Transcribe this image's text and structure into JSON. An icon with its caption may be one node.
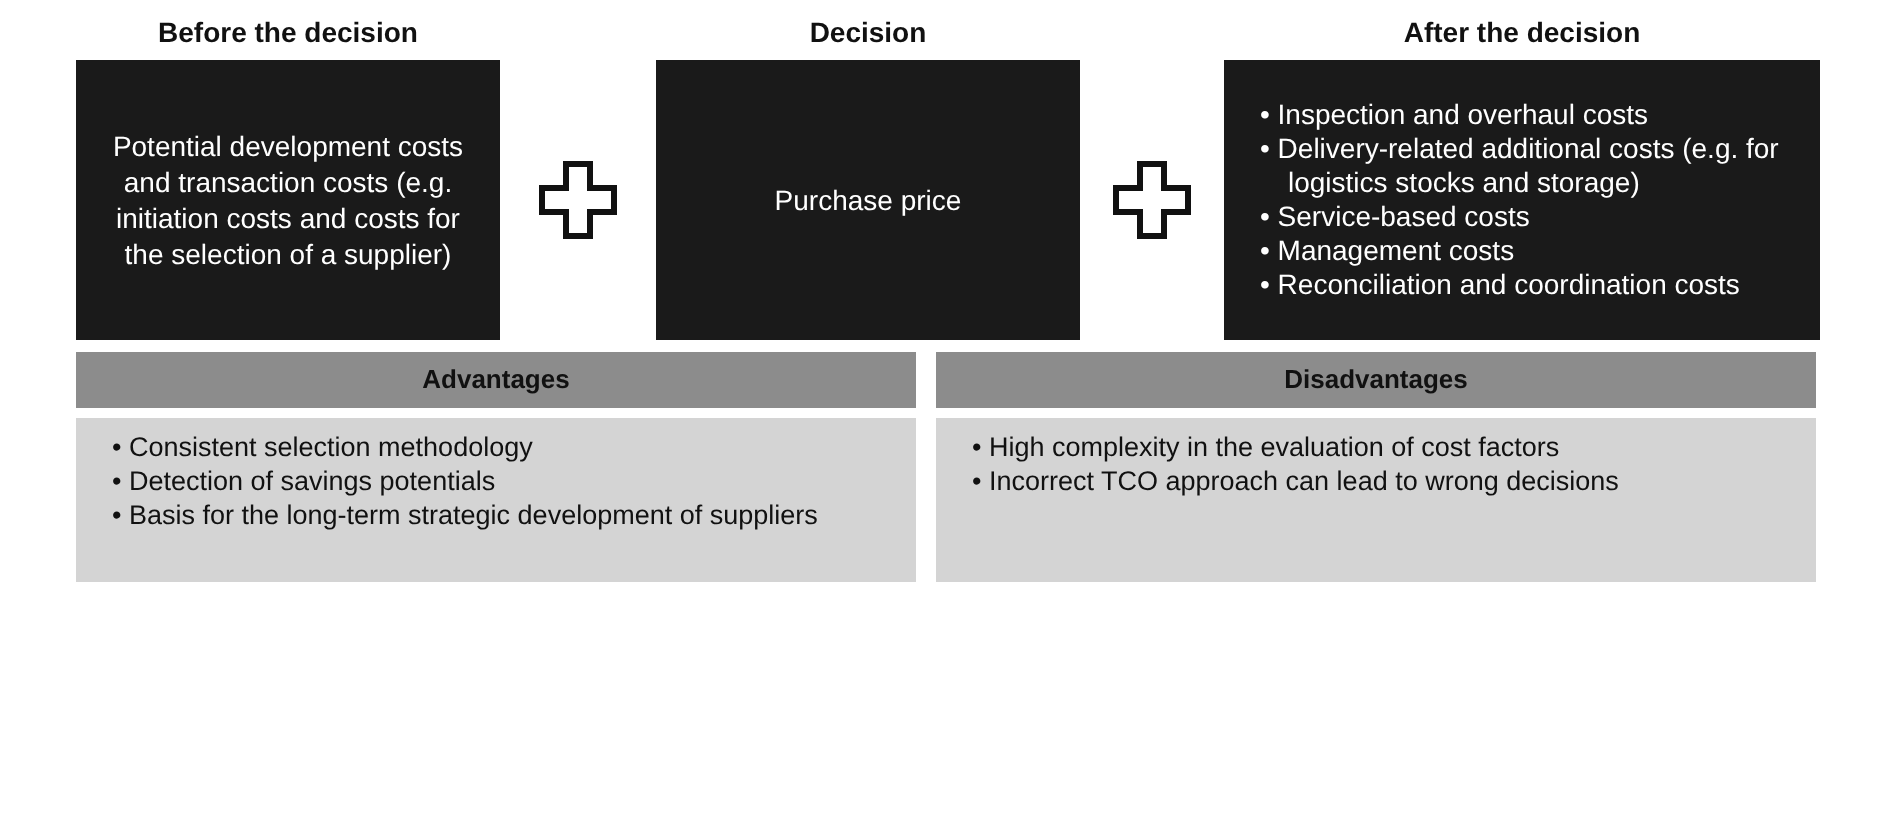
{
  "diagram": {
    "nodes": [
      {
        "text": [
          "Before the decision",
          "Potential development costs and transaction costs (e.g. initiation costs and costs for the selection of a supplier)"
        ]
      },
      {
        "text": [
          "Decision",
          "Purchase price"
        ]
      },
      {
        "text": [
          "After the decision",
          "• Inspection and overhaul costs",
          "• Delivery-related additional costs (e.g. for logistics stocks and storage)",
          "• Service-based costs",
          "• Management costs",
          "• Reconciliation and coordination costs"
        ]
      },
      {
        "text": [
          "Advantages",
          "• Consistent selection methodology",
          "• Detection of savings potentials",
          "• Basis for the long-term strategic development of suppliers"
        ]
      },
      {
        "text": [
          "Disadvantages",
          "• High complexity in the evaluation of cost factors",
          "• Incorrect TCO approach can lead to wrong decisions"
        ]
      }
    ]
  }
}
